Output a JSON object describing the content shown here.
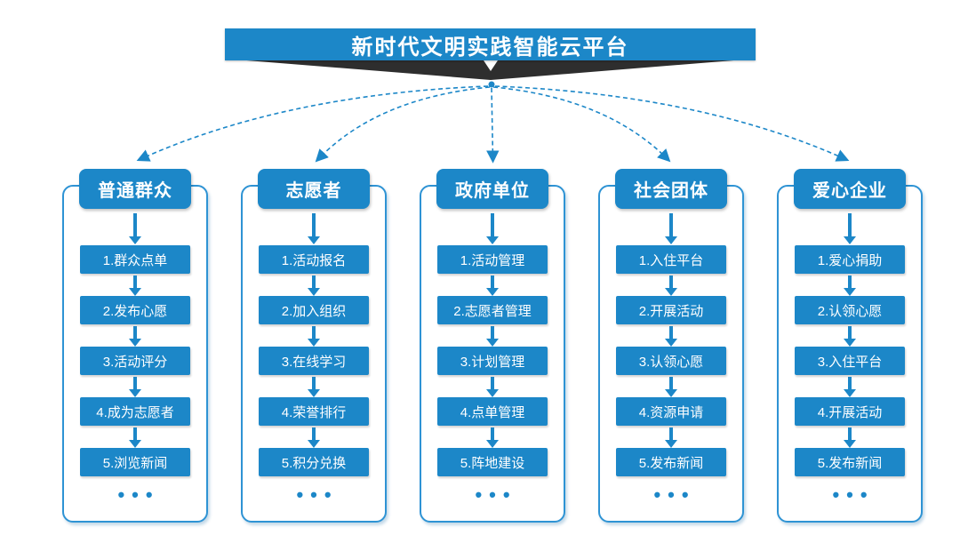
{
  "title": "新时代文明实践智能云平台",
  "ellipsis": "•••",
  "colors": {
    "primary": "#1C87C8",
    "frame_border": "#2E93D4",
    "ribbon": "#2E2E2E",
    "background": "#FFFFFF",
    "text_on_primary": "#FFFFFF"
  },
  "columns": [
    {
      "header": "普通群众",
      "items": [
        "1.群众点单",
        "2.发布心愿",
        "3.活动评分",
        "4.成为志愿者",
        "5.浏览新闻"
      ]
    },
    {
      "header": "志愿者",
      "items": [
        "1.活动报名",
        "2.加入组织",
        "3.在线学习",
        "4.荣誉排行",
        "5.积分兑换"
      ]
    },
    {
      "header": "政府单位",
      "items": [
        "1.活动管理",
        "2.志愿者管理",
        "3.计划管理",
        "4.点单管理",
        "5.阵地建设"
      ]
    },
    {
      "header": "社会团体",
      "items": [
        "1.入住平台",
        "2.开展活动",
        "3.认领心愿",
        "4.资源申请",
        "5.发布新闻"
      ]
    },
    {
      "header": "爱心企业",
      "items": [
        "1.爱心捐助",
        "2.认领心愿",
        "3.入住平台",
        "4.开展活动",
        "5.发布新闻"
      ]
    }
  ]
}
